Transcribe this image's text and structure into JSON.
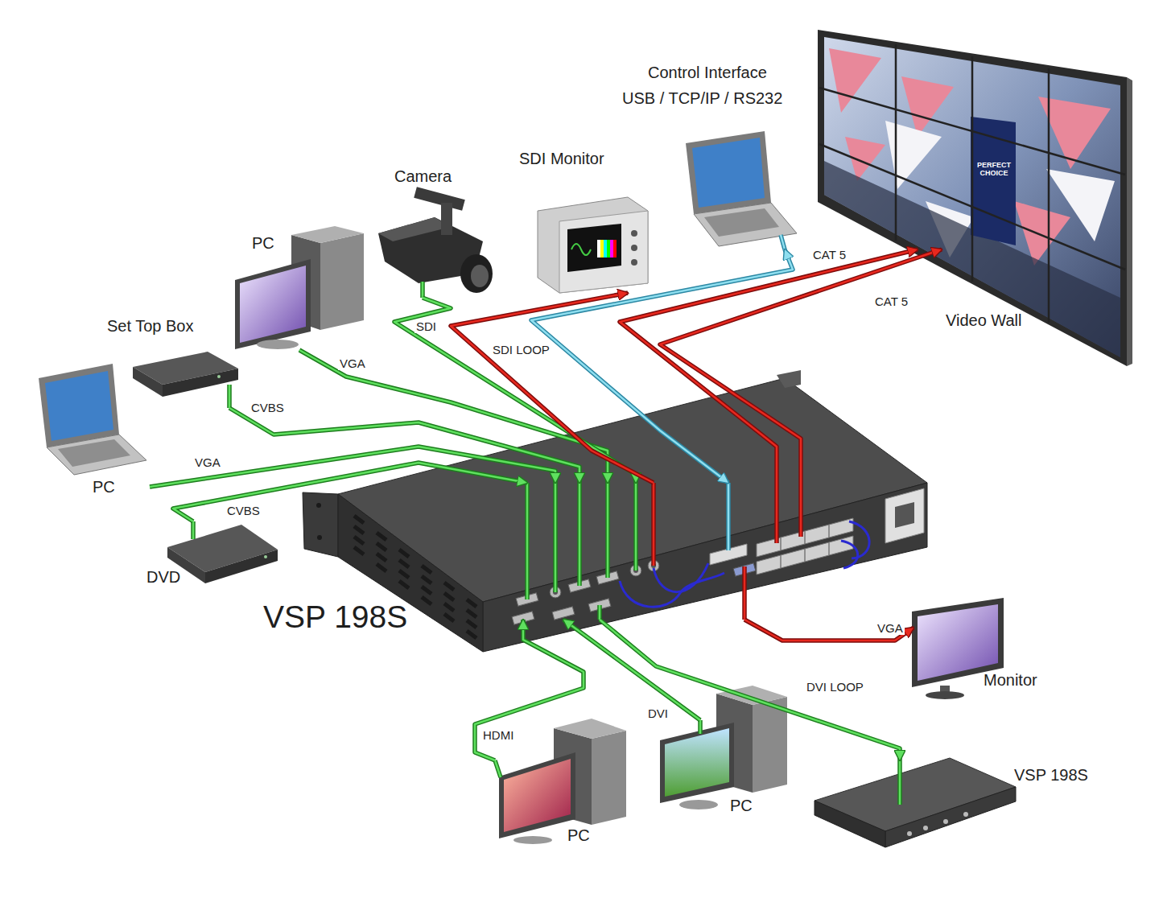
{
  "diagram": {
    "nodes": [
      {
        "text": [
          "Control Interface",
          "USB / TCP/IP / RS232"
        ]
      },
      {
        "text": [
          "SDI Monitor"
        ]
      },
      {
        "text": [
          "Camera"
        ]
      },
      {
        "text": [
          "PC"
        ]
      },
      {
        "text": [
          "Video Wall"
        ]
      },
      {
        "text": [
          "Set Top Box"
        ]
      },
      {
        "text": [
          "PC"
        ]
      },
      {
        "text": [
          "DVD"
        ]
      },
      {
        "text": [
          "VSP 198S"
        ]
      },
      {
        "text": [
          "Monitor"
        ]
      },
      {
        "text": [
          "PC"
        ]
      },
      {
        "text": [
          "VSP 198S"
        ]
      },
      {
        "text": [
          "PC"
        ]
      }
    ],
    "edges": [
      {
        "from": 3,
        "to": 8,
        "label": "VGA",
        "arrow": "to"
      },
      {
        "from": 5,
        "to": 8,
        "label": "CVBS",
        "arrow": "to"
      },
      {
        "from": 6,
        "to": 8,
        "label": "VGA",
        "arrow": "to"
      },
      {
        "from": 7,
        "to": 8,
        "label": "CVBS",
        "arrow": "to"
      },
      {
        "from": 2,
        "to": 8,
        "label": "SDI",
        "arrow": "to"
      },
      {
        "from": 8,
        "to": 1,
        "label": "SDI LOOP",
        "arrow": "to"
      },
      {
        "from": 0,
        "to": 8,
        "arrow": "both"
      },
      {
        "from": 8,
        "to": 4,
        "label": "CAT 5",
        "arrow": "to"
      },
      {
        "from": 8,
        "to": 4,
        "label": "CAT 5",
        "arrow": "to"
      },
      {
        "from": 8,
        "to": 9,
        "label": "VGA",
        "arrow": "to"
      },
      {
        "from": 12,
        "to": 8,
        "label": "HDMI",
        "arrow": "to"
      },
      {
        "from": 10,
        "to": 8,
        "label": "DVI",
        "arrow": "to"
      },
      {
        "from": 8,
        "to": 11,
        "label": "DVI LOOP",
        "arrow": "to"
      }
    ],
    "labels": [
      "PERFECT CHOICE"
    ]
  }
}
